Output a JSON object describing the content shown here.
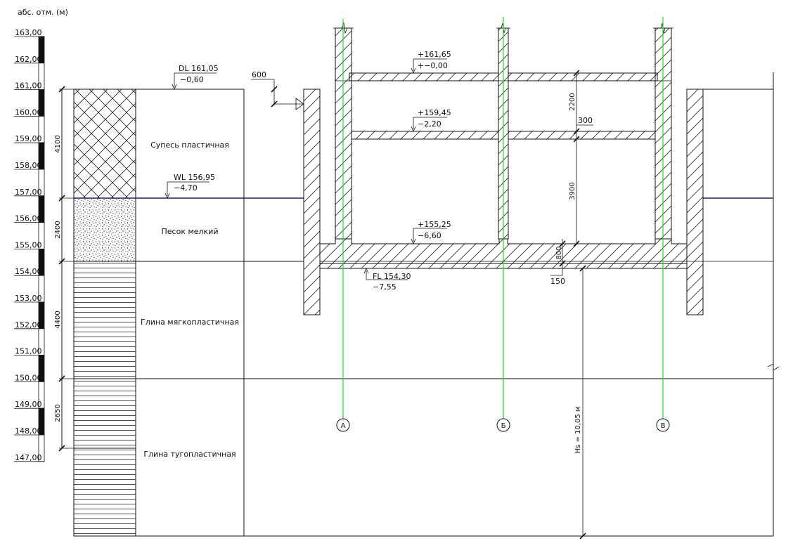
{
  "scale": {
    "title": "абс. отм. (м)",
    "labels": [
      "163,00",
      "162,00",
      "161,00",
      "160,00",
      "159,00",
      "158,00",
      "157,00",
      "156,00",
      "155,00",
      "154,00",
      "153,00",
      "152,00",
      "151,00",
      "150,00",
      "149,00",
      "148,00",
      "147,00"
    ]
  },
  "layers": [
    {
      "name": "Супесь пластичная",
      "thickness": "4100"
    },
    {
      "name": "Песок мелкий",
      "thickness": "2400"
    },
    {
      "name": "Глина мягкопластичная",
      "thickness": "4400"
    },
    {
      "name": "Глина тугопластичная",
      "thickness": "2650"
    }
  ],
  "levels": {
    "dl_abs": "DL 161,05",
    "dl_rel": "−0,60",
    "wl_abs": "WL 156,95",
    "wl_rel": "−4,70",
    "roof_abs": "+161,65",
    "roof_rel": "+−0,00",
    "floor2_abs": "+159,45",
    "floor2_rel": "−2,20",
    "floor1_abs": "+155,25",
    "floor1_rel": "−6,60",
    "fl_abs": "FL 154,30",
    "fl_rel": "−7,55"
  },
  "dimensions": {
    "wall_offset": "600",
    "storey_upper": "2200",
    "slab_thickness": "300",
    "storey_lower": "3900",
    "base_slab": "800",
    "prep_layer": "150",
    "hs": "Hs = 10,05 м"
  },
  "axes": [
    "А",
    "Б",
    "В"
  ],
  "colors": {
    "axis": "#22dd22",
    "water": "#1a1a8c",
    "ink": "#111111"
  }
}
